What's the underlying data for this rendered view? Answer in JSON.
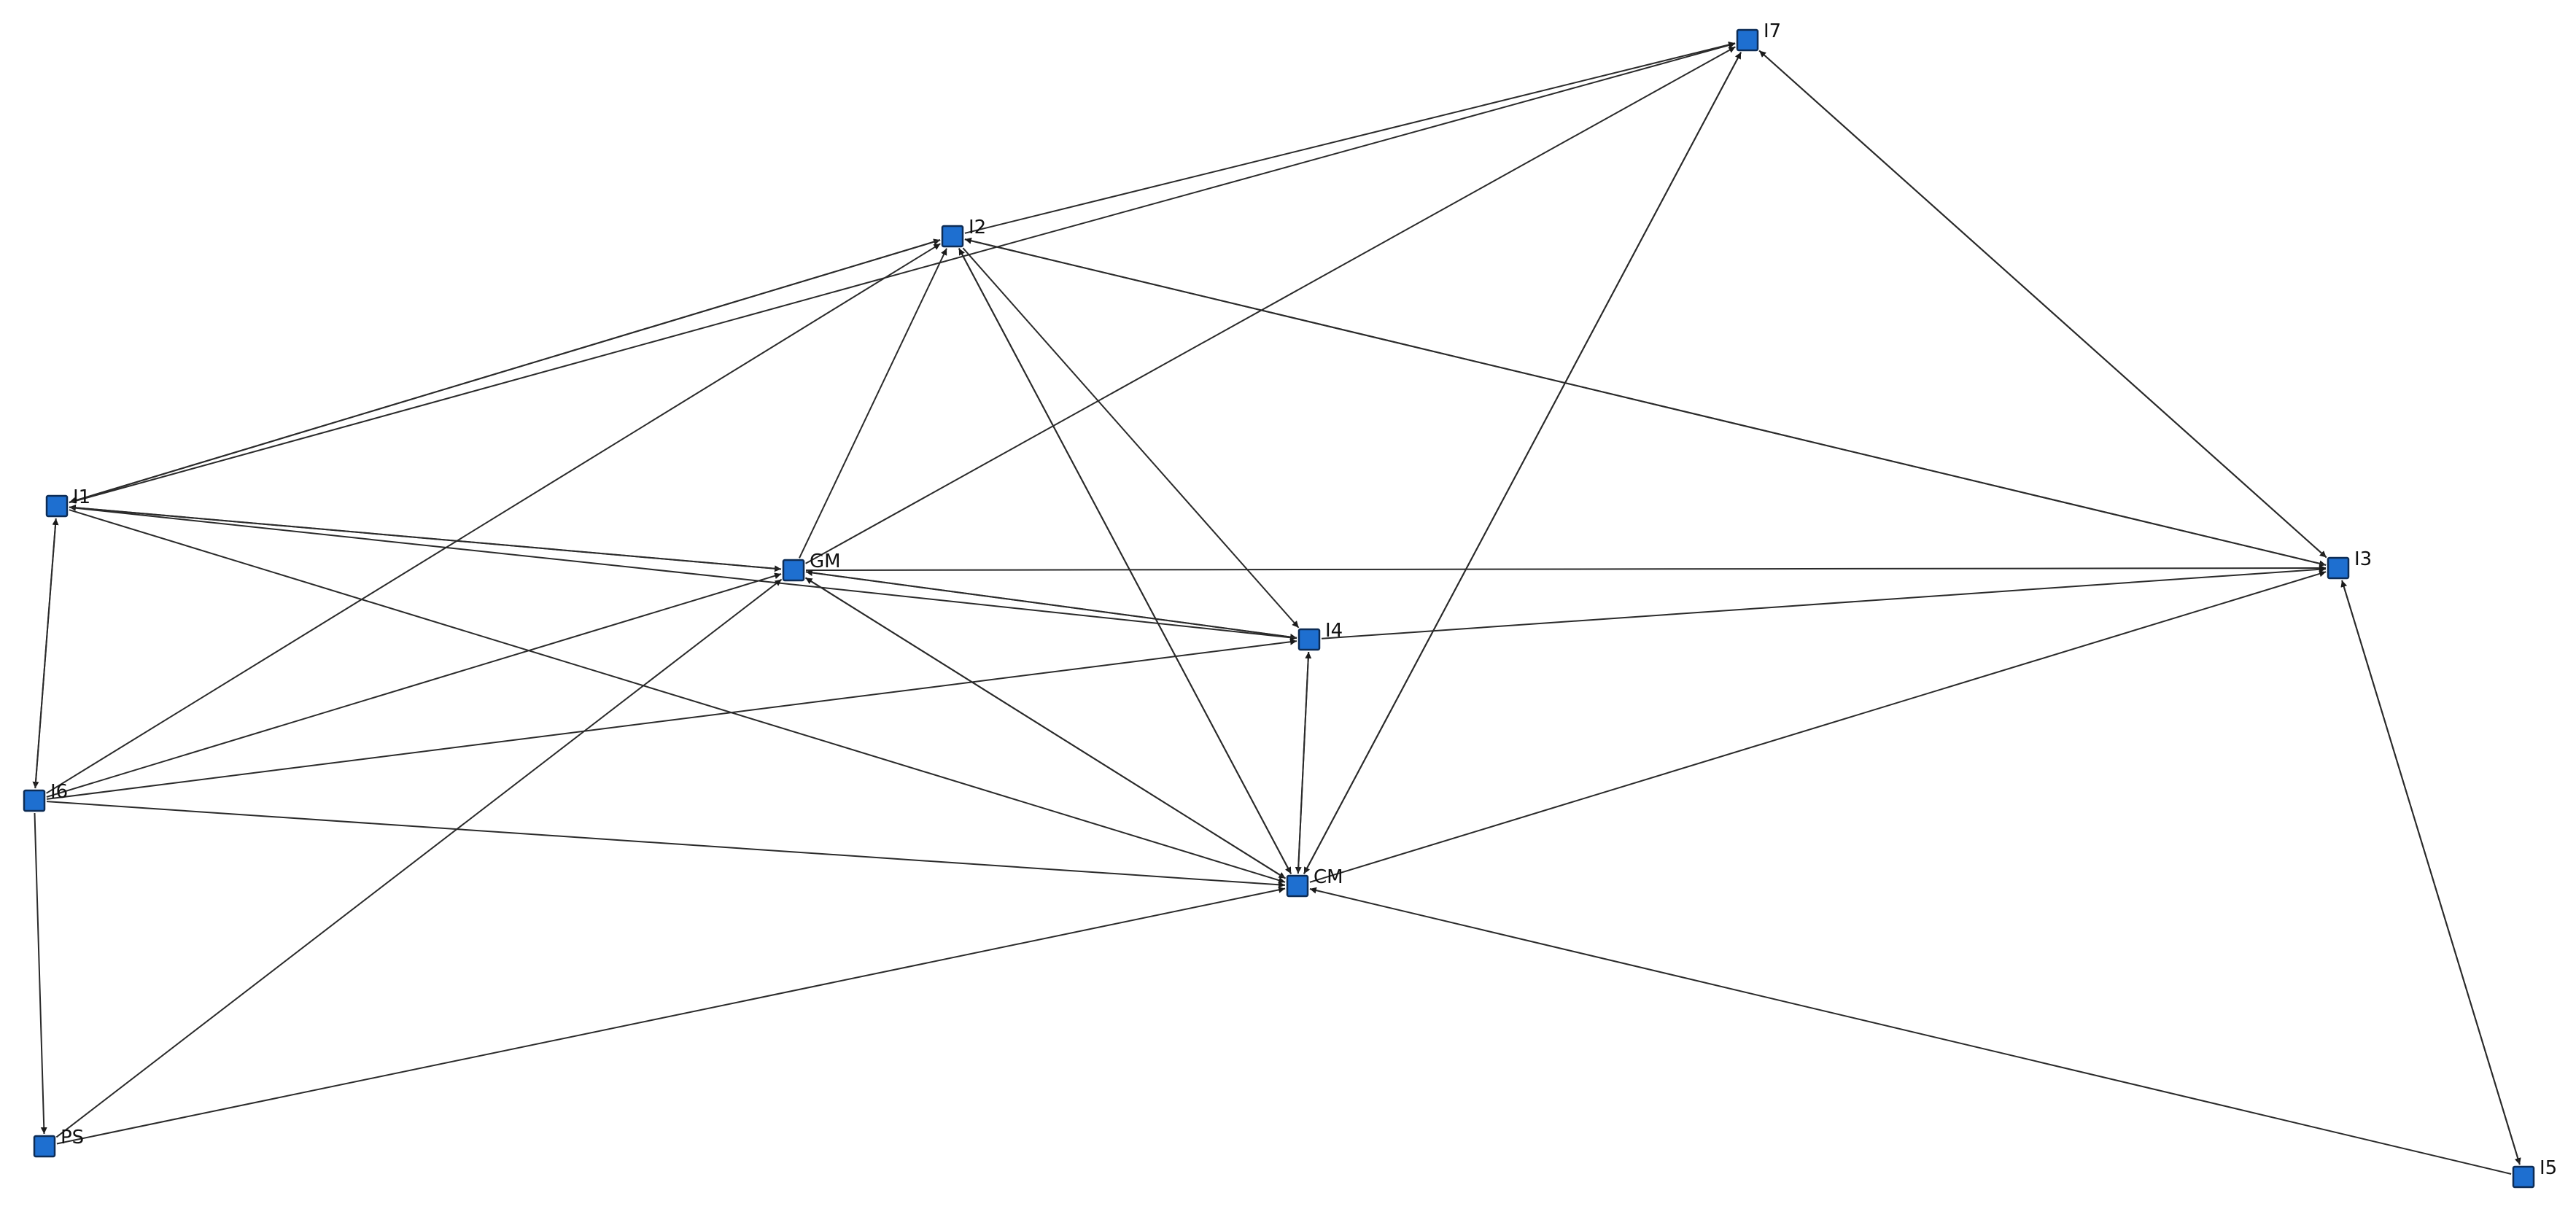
{
  "graph": {
    "colors": {
      "node_fill": "#1e6fd0",
      "node_stroke": "#0d2c55",
      "edge": "#2a2a2a",
      "background": "#ffffff"
    },
    "nodes": [
      {
        "id": "I7",
        "label": "I7"
      },
      {
        "id": "I2",
        "label": "I2"
      },
      {
        "id": "I1",
        "label": "I1"
      },
      {
        "id": "GM",
        "label": "GM"
      },
      {
        "id": "I4",
        "label": "I4"
      },
      {
        "id": "I3",
        "label": "I3"
      },
      {
        "id": "I6",
        "label": "I6"
      },
      {
        "id": "CM",
        "label": "CM"
      },
      {
        "id": "PS",
        "label": "PS"
      },
      {
        "id": "I5",
        "label": "I5"
      }
    ],
    "edges": [
      {
        "from": "I1",
        "to": "I2"
      },
      {
        "from": "I2",
        "to": "I1"
      },
      {
        "from": "I1",
        "to": "I7"
      },
      {
        "from": "I2",
        "to": "I7"
      },
      {
        "from": "I1",
        "to": "GM"
      },
      {
        "from": "GM",
        "to": "I1"
      },
      {
        "from": "I1",
        "to": "I4"
      },
      {
        "from": "I1",
        "to": "CM"
      },
      {
        "from": "I1",
        "to": "I6"
      },
      {
        "from": "I6",
        "to": "I1"
      },
      {
        "from": "I6",
        "to": "PS"
      },
      {
        "from": "I6",
        "to": "I2"
      },
      {
        "from": "I6",
        "to": "GM"
      },
      {
        "from": "I6",
        "to": "I4"
      },
      {
        "from": "I6",
        "to": "CM"
      },
      {
        "from": "PS",
        "to": "GM"
      },
      {
        "from": "PS",
        "to": "CM"
      },
      {
        "from": "GM",
        "to": "I2"
      },
      {
        "from": "GM",
        "to": "I7"
      },
      {
        "from": "GM",
        "to": "I3"
      },
      {
        "from": "GM",
        "to": "I4"
      },
      {
        "from": "I4",
        "to": "GM"
      },
      {
        "from": "GM",
        "to": "CM"
      },
      {
        "from": "CM",
        "to": "GM"
      },
      {
        "from": "I2",
        "to": "I3"
      },
      {
        "from": "I3",
        "to": "I2"
      },
      {
        "from": "I2",
        "to": "I4"
      },
      {
        "from": "I2",
        "to": "CM"
      },
      {
        "from": "CM",
        "to": "I2"
      },
      {
        "from": "I7",
        "to": "CM"
      },
      {
        "from": "CM",
        "to": "I7"
      },
      {
        "from": "I7",
        "to": "I3"
      },
      {
        "from": "I3",
        "to": "I7"
      },
      {
        "from": "I4",
        "to": "I3"
      },
      {
        "from": "I4",
        "to": "CM"
      },
      {
        "from": "CM",
        "to": "I4"
      },
      {
        "from": "CM",
        "to": "I3"
      },
      {
        "from": "I3",
        "to": "I5"
      },
      {
        "from": "I5",
        "to": "I3"
      },
      {
        "from": "I5",
        "to": "CM"
      }
    ]
  }
}
